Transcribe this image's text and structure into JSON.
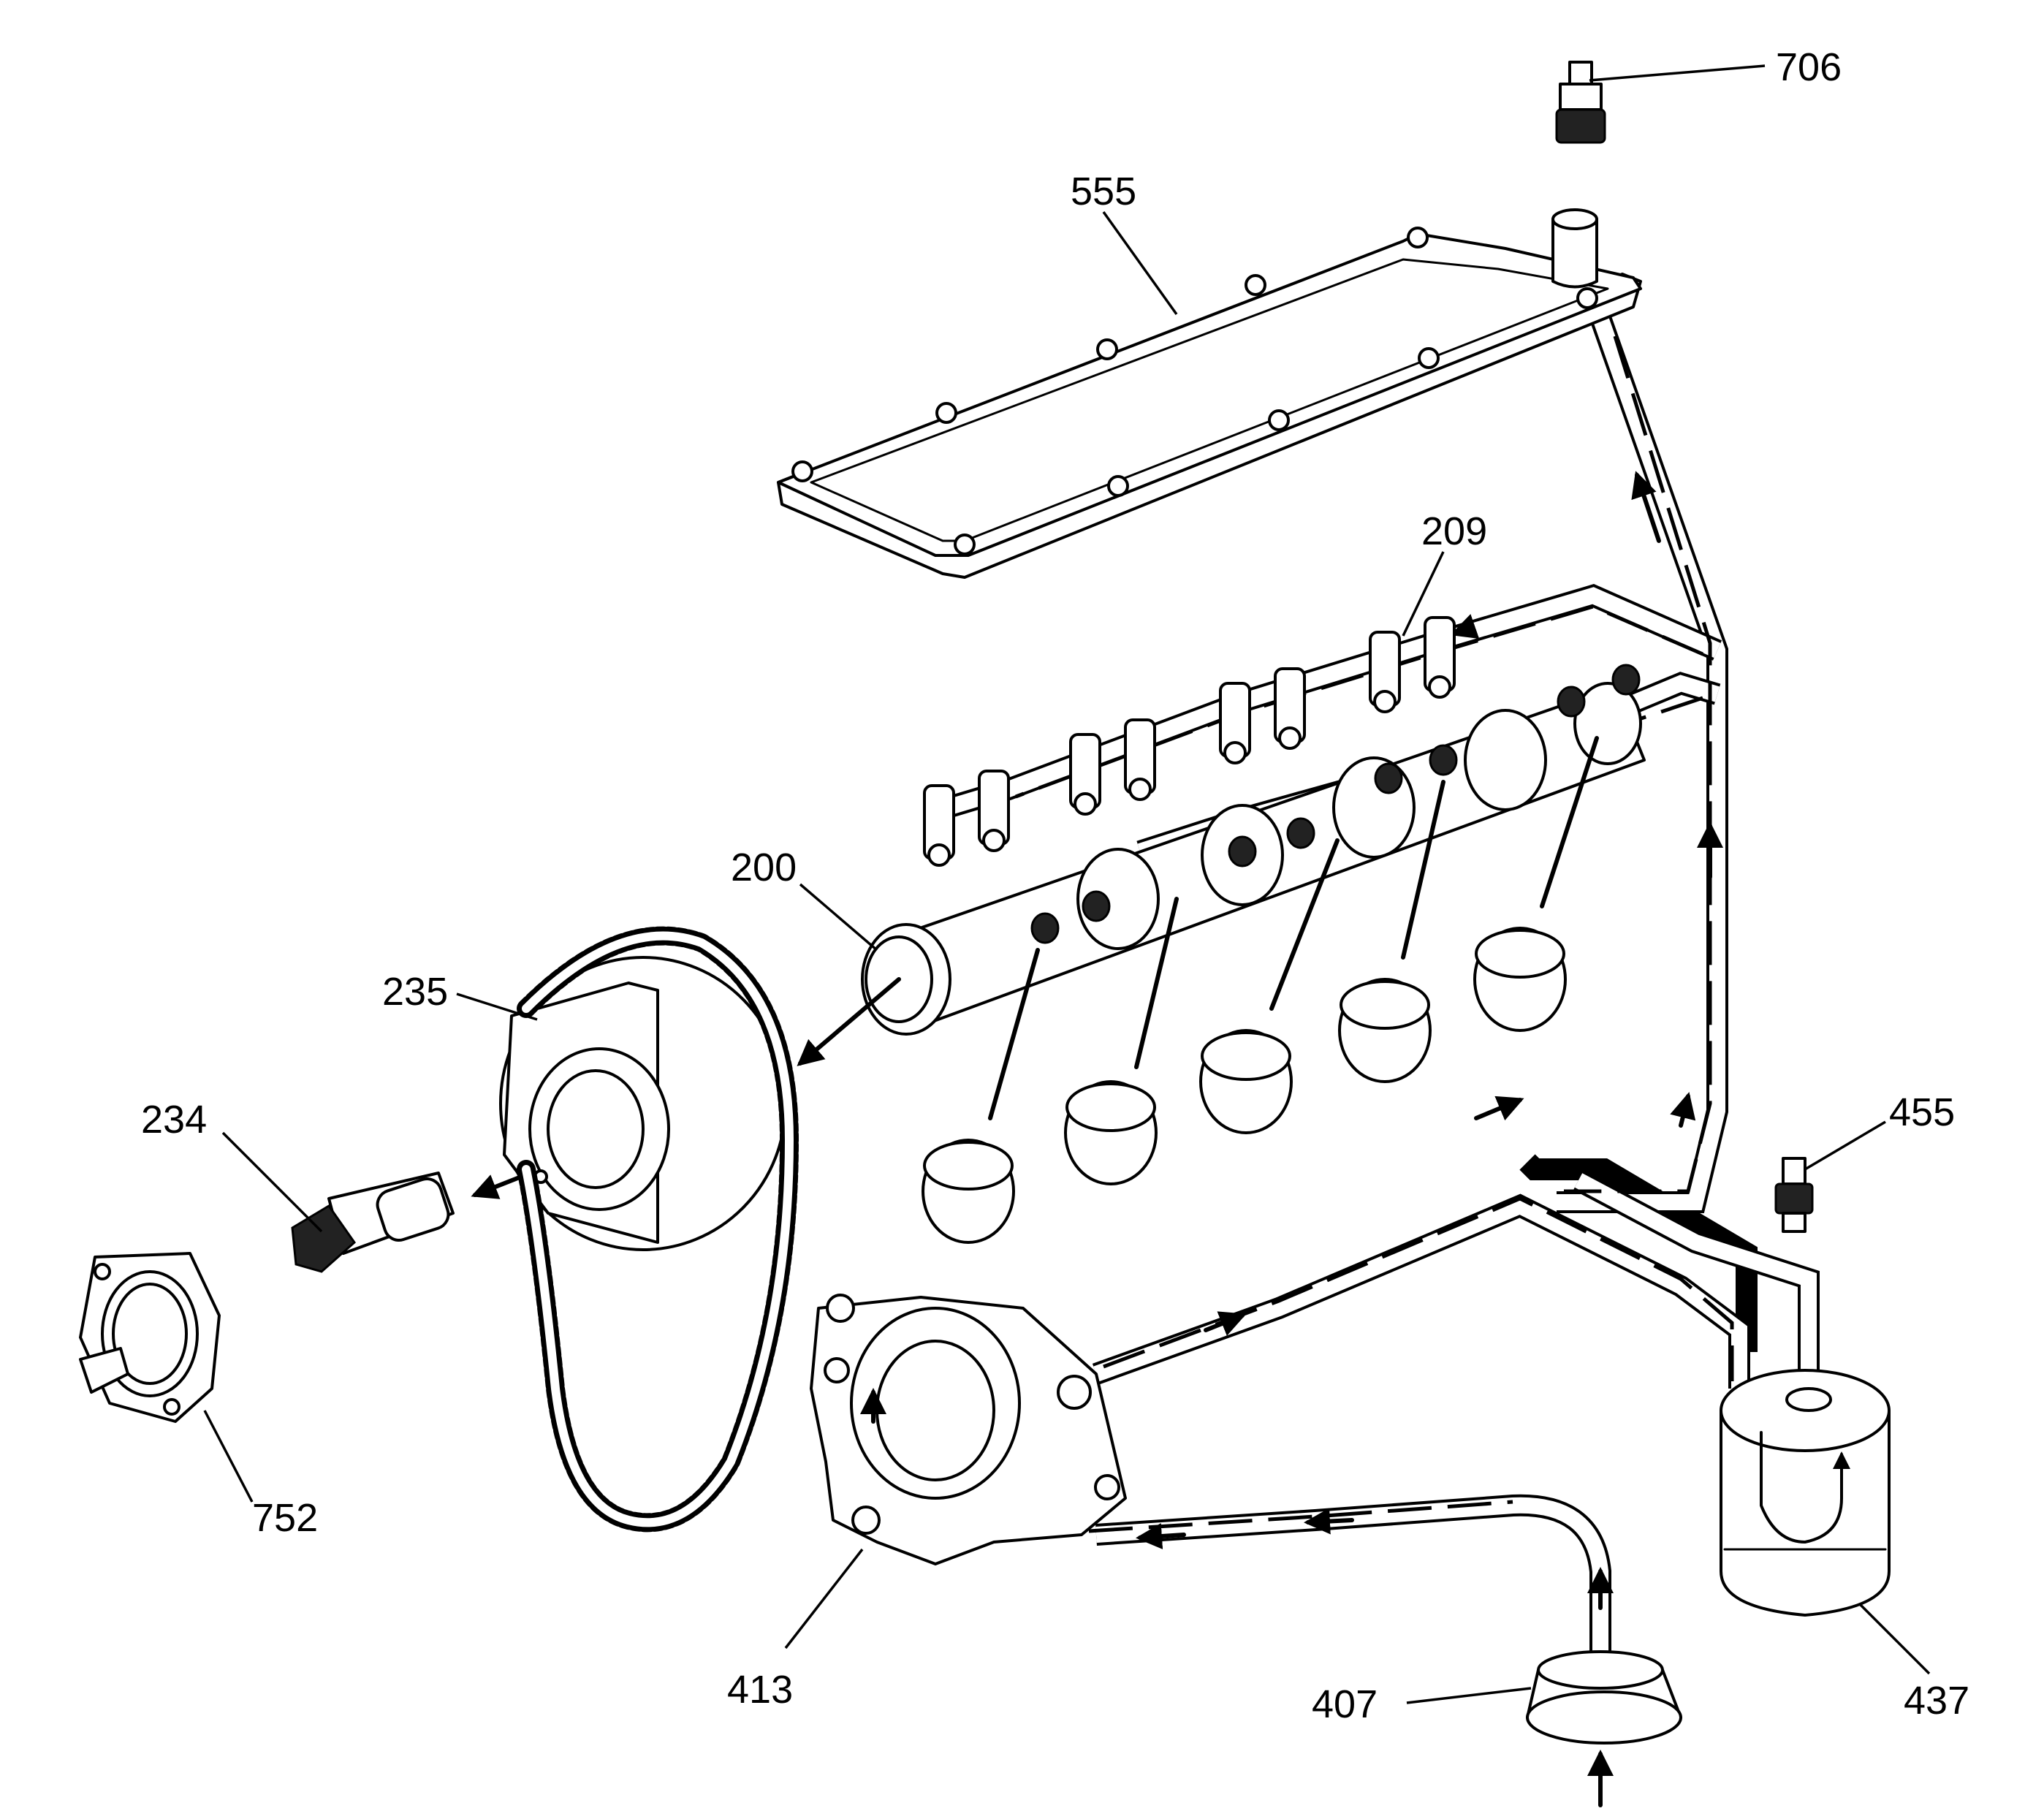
{
  "diagram": {
    "callouts": [
      {
        "id": "706",
        "label": "706"
      },
      {
        "id": "555",
        "label": "555"
      },
      {
        "id": "209",
        "label": "209"
      },
      {
        "id": "200",
        "label": "200"
      },
      {
        "id": "235",
        "label": "235"
      },
      {
        "id": "234",
        "label": "234"
      },
      {
        "id": "455",
        "label": "455"
      },
      {
        "id": "752",
        "label": "752"
      },
      {
        "id": "413",
        "label": "413"
      },
      {
        "id": "407",
        "label": "407"
      },
      {
        "id": "437",
        "label": "437"
      }
    ]
  }
}
